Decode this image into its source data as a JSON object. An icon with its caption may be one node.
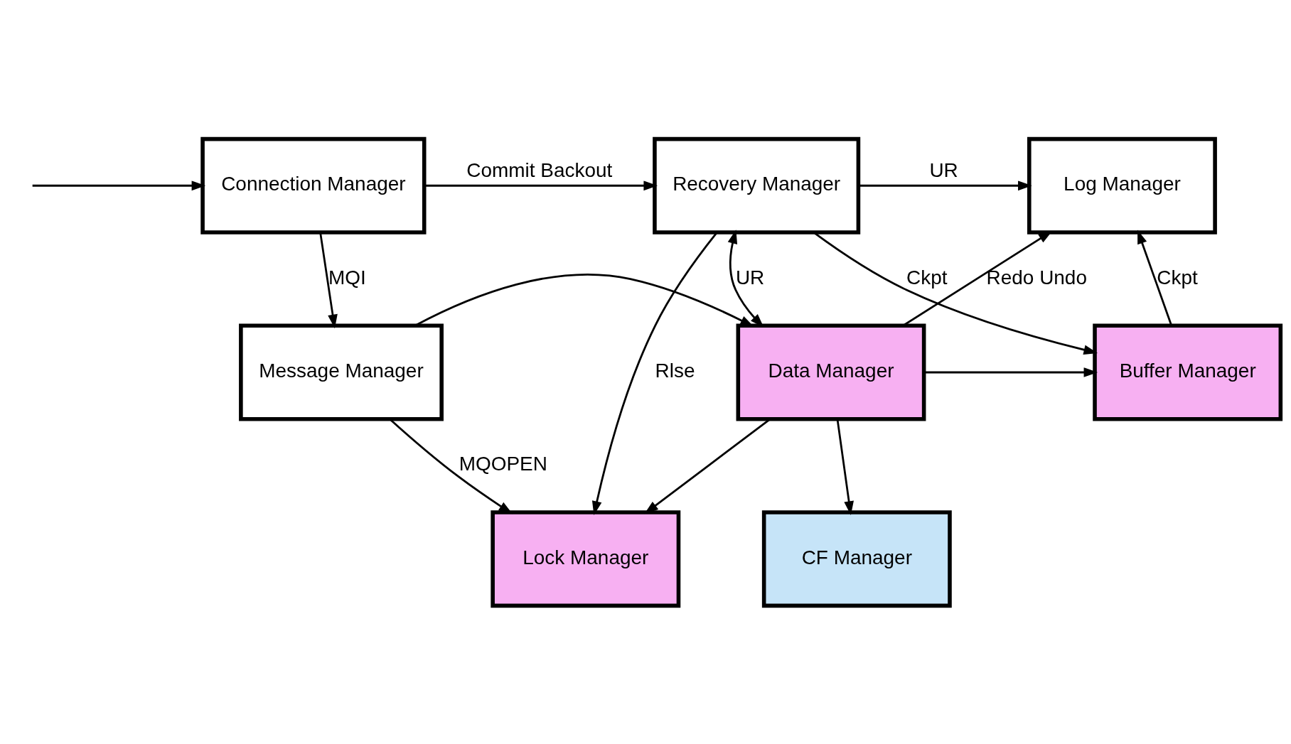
{
  "diagram": {
    "nodes": [
      {
        "text": [
          "Connection Manager"
        ]
      },
      {
        "text": [
          "Recovery Manager"
        ]
      },
      {
        "text": [
          "Log Manager"
        ]
      },
      {
        "text": [
          "Lock Manager"
        ]
      },
      {
        "text": [
          "CF Manager"
        ]
      },
      {
        "text": [
          "Message Manager"
        ]
      },
      {
        "text": [
          "Data Manager"
        ]
      },
      {
        "text": [
          "Buffer Manager"
        ]
      }
    ],
    "edges": [
      {
        "from": null,
        "to": 0,
        "arrow": "to"
      },
      {
        "from": 0,
        "to": 1,
        "arrow": "to",
        "label": "Commit Backout"
      },
      {
        "from": 1,
        "to": 2,
        "arrow": "to",
        "label": "UR"
      },
      {
        "from": 1,
        "to": 3,
        "arrow": "to",
        "label": "Rlse"
      },
      {
        "from": 0,
        "to": 5,
        "arrow": "to",
        "label": "MQI"
      },
      {
        "from": 1,
        "to": 6,
        "arrow": "both",
        "label": "UR"
      },
      {
        "from": 1,
        "to": 7,
        "arrow": "to",
        "label": "Ckpt"
      },
      {
        "from": 6,
        "to": 2,
        "arrow": "to",
        "label": "Redo Undo"
      },
      {
        "from": 5,
        "to": 3,
        "arrow": "to",
        "label": "MQOPEN"
      },
      {
        "from": 6,
        "to": 3,
        "arrow": "to"
      },
      {
        "from": 5,
        "to": 6,
        "arrow": "to"
      },
      {
        "from": 6,
        "to": 4,
        "arrow": "to"
      },
      {
        "from": 6,
        "to": 7,
        "arrow": "to"
      },
      {
        "from": 7,
        "to": 2,
        "arrow": "to",
        "label": "Ckpt"
      }
    ]
  }
}
